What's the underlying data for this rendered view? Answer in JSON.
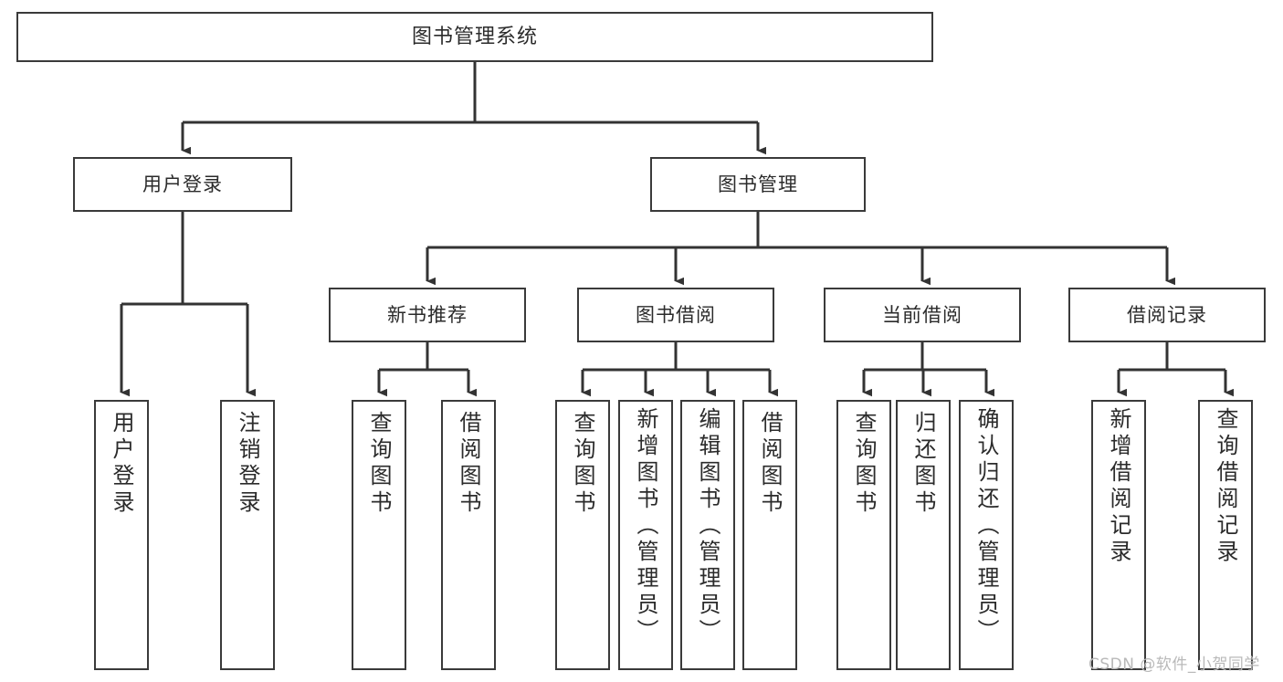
{
  "diagram": {
    "type": "tree-hierarchy-chart",
    "title": "图书管理系统",
    "orientation": "top-down",
    "colors": {
      "box_border": "#3a3a3a",
      "box_fill": "#ffffff",
      "edge": "#333333",
      "text": "#2b2b2b",
      "watermark": "#b9b9b9",
      "background": "#ffffff"
    },
    "nodes": {
      "root": {
        "label": "图书管理系统"
      },
      "level2": [
        {
          "id": "user-login",
          "label": "用户登录"
        },
        {
          "id": "book-manage",
          "label": "图书管理"
        }
      ],
      "level3": [
        {
          "id": "new-book-recommend",
          "label": "新书推荐"
        },
        {
          "id": "book-borrow",
          "label": "图书借阅"
        },
        {
          "id": "current-borrow",
          "label": "当前借阅"
        },
        {
          "id": "borrow-record",
          "label": "借阅记录"
        }
      ],
      "leaves": {
        "user-login": [
          {
            "id": "leaf-user-login",
            "label": "用户登录"
          },
          {
            "id": "leaf-user-logout",
            "label": "注销登录"
          }
        ],
        "new-book-recommend": [
          {
            "id": "leaf-query-book-1",
            "label": "查询图书"
          },
          {
            "id": "leaf-borrow-book-1",
            "label": "借阅图书"
          }
        ],
        "book-borrow": [
          {
            "id": "leaf-query-book-2",
            "label": "查询图书"
          },
          {
            "id": "leaf-add-book-admin",
            "label": "新增图书（管理员）"
          },
          {
            "id": "leaf-edit-book-admin",
            "label": "编辑图书（管理员）"
          },
          {
            "id": "leaf-borrow-book-2",
            "label": "借阅图书"
          }
        ],
        "current-borrow": [
          {
            "id": "leaf-query-book-3",
            "label": "查询图书"
          },
          {
            "id": "leaf-return-book",
            "label": "归还图书"
          },
          {
            "id": "leaf-confirm-return-admin",
            "label": "确认归还（管理员）"
          }
        ],
        "borrow-record": [
          {
            "id": "leaf-add-borrow-record",
            "label": "新增借阅记录"
          },
          {
            "id": "leaf-query-borrow-record",
            "label": "查询借阅记录"
          }
        ]
      }
    }
  },
  "watermark": {
    "text": "CSDN @软件_小贺同学"
  }
}
